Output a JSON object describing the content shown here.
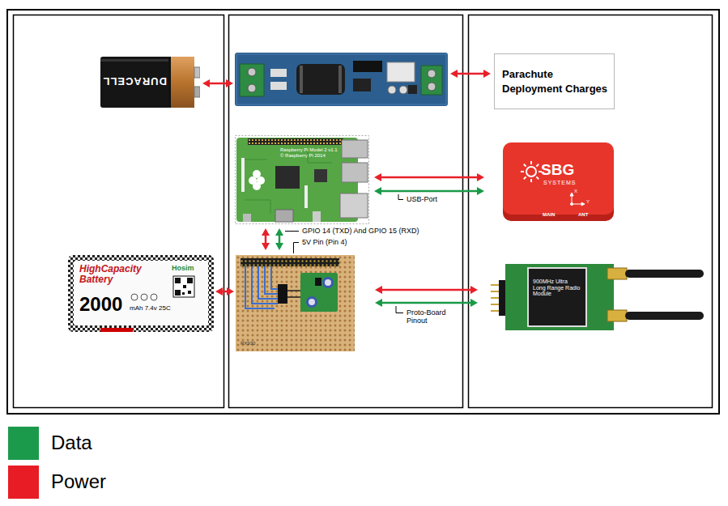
{
  "diagram": {
    "nodes": [
      {
        "text": [
          "DURACELL"
        ]
      },
      {
        "text": [
          "Parachute Deployment Charges"
        ]
      },
      {
        "text": [
          "Raspberry Pi Model 2 v1.1 © Raspberry Pi 2014"
        ]
      },
      {
        "text": [
          "SBG",
          "SYSTEMS",
          "X",
          "Y",
          "MAIN",
          "ANT"
        ]
      },
      {
        "text": [
          "HighCapacity Battery",
          "2000",
          "mAh 7.4v 25C",
          "Hosim"
        ]
      },
      {
        "text": [
          "RX930"
        ]
      },
      {
        "text": [
          "900MHz Ultra Long Range Radio Module"
        ]
      }
    ],
    "edges": [
      {
        "from": 2,
        "to": 3,
        "arrow": "both"
      },
      {
        "from": 2,
        "to": 3,
        "label": "USB-Port",
        "arrow": "both"
      },
      {
        "from": 2,
        "to": 5,
        "label": "5V Pin (Pin 4)",
        "arrow": "both"
      },
      {
        "from": 2,
        "to": 5,
        "label": "GPIO 14 (TXD) And GPIO 15 (RXD)",
        "arrow": "both"
      },
      {
        "from": 4,
        "to": 5,
        "arrow": "both"
      },
      {
        "from": 5,
        "to": 6,
        "arrow": "both"
      },
      {
        "from": 5,
        "to": 6,
        "label": "Proto-Board Pinout",
        "arrow": "both"
      }
    ],
    "legend": [
      {
        "text": "Data",
        "color": "#1c9a4c"
      },
      {
        "text": "Power",
        "color": "#e81c24"
      }
    ]
  }
}
